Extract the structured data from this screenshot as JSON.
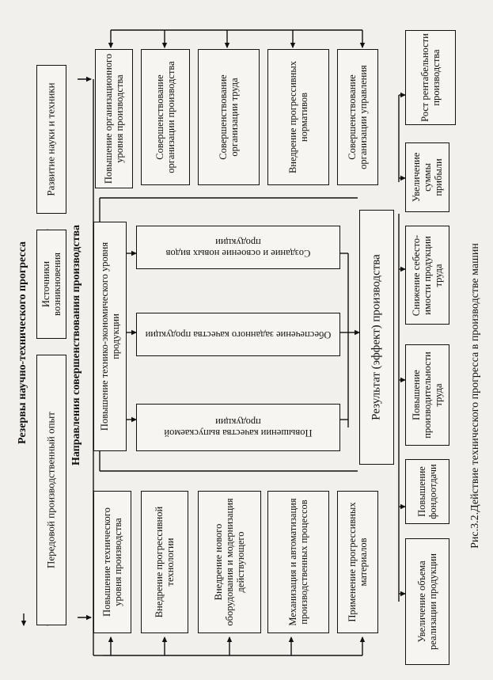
{
  "left_column": {
    "reserves": "Резервы научно-технического прогресса",
    "experience": "Передовой производственный опыт",
    "sources": "Источники возникновения",
    "science": "Развитие науки и техники",
    "directions": "Направления совершенствования производства"
  },
  "tech_level": {
    "header": "Повышение технического уровня производства",
    "items": [
      "Внедрение прогрессивной технологии",
      "Внедрение нового оборудования и модернизация действующего",
      "Механизация и автоматизация производственных процессов",
      "Применение прогрессивных материалов"
    ]
  },
  "product_level": {
    "header": "Повышение технико-экономического уровня продукции",
    "items": [
      "Повышении качества выпускаемой продукции",
      "Обеспечение заданного качества продукции",
      "Создание и освоение новых видов продукции"
    ]
  },
  "org_level": {
    "header": "Повышение организационного уровня производства",
    "items": [
      "Совершенствование организации производства",
      "Совершенствование организации труда",
      "Внедрение прогрессивных нормативов",
      "Совершенствование организации управления"
    ]
  },
  "result": "Результат (эффект) производства",
  "effects": [
    "Увеличение объема реализации продукции",
    "Повышение фондоотдачи",
    "Повышение производительности труда",
    "Снижение себесто-имости продукции труда",
    "Увеличение суммы прибыли",
    "Рост рентабельности производства"
  ],
  "caption": "Рис.3.2.Действие технического прогресса в производстве машин"
}
